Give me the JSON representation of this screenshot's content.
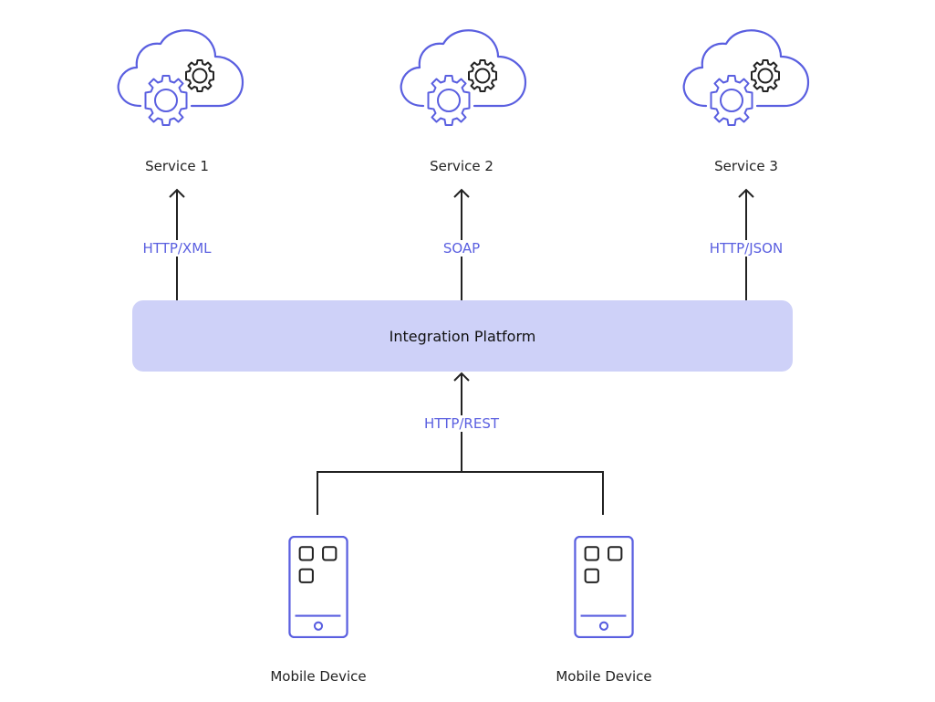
{
  "diagram": {
    "services": [
      {
        "label": "Service 1",
        "protocol": "HTTP/XML",
        "icon": "cloud-gears-icon"
      },
      {
        "label": "Service 2",
        "protocol": "SOAP",
        "icon": "cloud-gears-icon"
      },
      {
        "label": "Service 3",
        "protocol": "HTTP/JSON",
        "icon": "cloud-gears-icon"
      }
    ],
    "platform": {
      "label": "Integration Platform"
    },
    "client_protocol": "HTTP/REST",
    "devices": [
      {
        "label": "Mobile Device",
        "icon": "mobile-phone-icon"
      },
      {
        "label": "Mobile Device",
        "icon": "mobile-phone-icon"
      }
    ],
    "colors": {
      "accent": "#5a5fe0",
      "platform_fill": "#ced1f8",
      "line": "#222222"
    }
  }
}
